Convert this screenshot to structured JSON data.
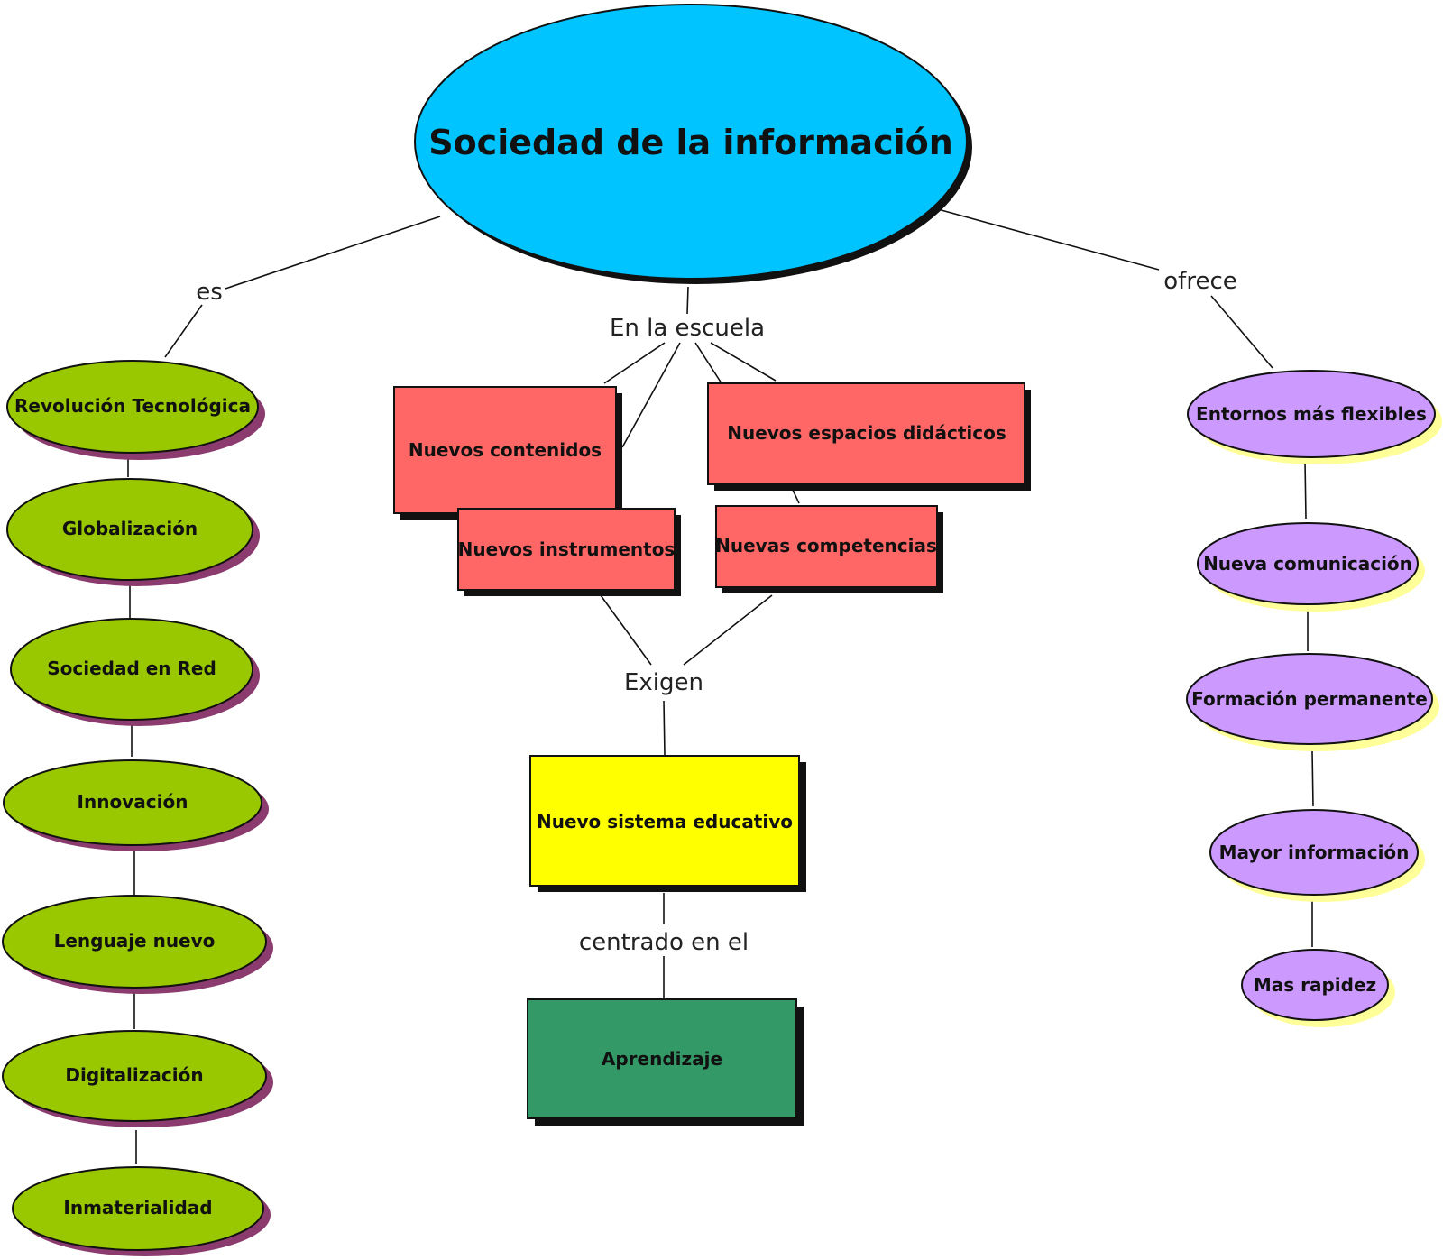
{
  "title": "Sociedad de la información",
  "linking_phrases": {
    "es": "es",
    "en_la_escuela": "En la escuela",
    "ofrece": "ofrece",
    "exigen": "Exigen",
    "centrado_en_el": "centrado en el"
  },
  "left_column": [
    "Revolución Tecnológica",
    "Globalización",
    "Sociedad en Red",
    "Innovación",
    "Lenguaje nuevo",
    "Digitalización",
    "Inmaterialidad"
  ],
  "center_boxes": {
    "nuevos_contenidos": "Nuevos contenidos",
    "nuevos_instrumentos": "Nuevos instrumentos",
    "nuevos_espacios": "Nuevos espacios didácticos",
    "nuevas_competencias": "Nuevas competencias",
    "sistema": "Nuevo sistema educativo",
    "aprendizaje": "Aprendizaje"
  },
  "right_column": [
    "Entornos más flexibles",
    "Nueva comunicación",
    "Formación permanente",
    "Mayor información",
    "Mas rapidez"
  ],
  "colors": {
    "root_fill": "#00c4ff",
    "left_fill": "#99c800",
    "left_shadow": "#8b3b6e",
    "center_fill": "#ff6666",
    "yellow_fill": "#ffff00",
    "green_fill": "#339966",
    "right_fill": "#cc99ff",
    "right_shadow": "#ffff99",
    "box_shadow": "#111111"
  }
}
